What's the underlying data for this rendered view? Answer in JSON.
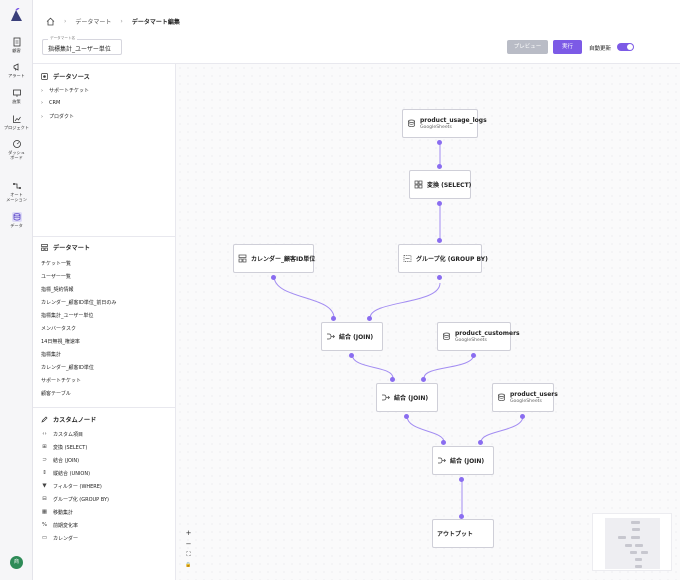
{
  "rail": {
    "items": [
      {
        "label": "顧客",
        "icon": "document-icon"
      },
      {
        "label": "アラート",
        "icon": "megaphone-icon"
      },
      {
        "label": "施策",
        "icon": "presentation-icon"
      },
      {
        "label": "プロジェクト",
        "icon": "chart-icon"
      },
      {
        "label": "ダッシュ\nボード",
        "icon": "gauge-icon"
      },
      {
        "label": "オート\nメーション",
        "icon": "automation-icon"
      },
      {
        "label": "データ",
        "icon": "database-icon",
        "active": true
      }
    ],
    "avatar": "商"
  },
  "header": {
    "breadcrumb": [
      "データマート",
      "データマート編集"
    ],
    "name_field_label": "データマート名",
    "name_field_value": "指標集計_ユーザー単位",
    "preview_label": "プレビュー",
    "run_label": "実行",
    "auto_update_label": "自動更新",
    "auto_update_on": true
  },
  "panel": {
    "datasource_title": "データソース",
    "datasources": [
      "サポートチケット",
      "CRM",
      "プロダクト"
    ],
    "datamart_title": "データマート",
    "datamarts": [
      "チケット一覧",
      "ユーザー一覧",
      "指標_契約情報",
      "カレンダー_顧客ID単位_前日のみ",
      "指標集計_ユーザー単位",
      "メンバータスク",
      "14日無視_権速率",
      "指標集計",
      "カレンダー_顧客ID単位",
      "サポートチケット",
      "顧客テーブル"
    ],
    "custom_title": "カスタムノード",
    "custom_nodes": [
      {
        "label": "カスタム項目",
        "icon": "code-icon"
      },
      {
        "label": "変換 (SELECT)",
        "icon": "grid-icon"
      },
      {
        "label": "結合 (JOIN)",
        "icon": "join-icon"
      },
      {
        "label": "縦結合 (UNION)",
        "icon": "union-icon"
      },
      {
        "label": "フィルター (WHERE)",
        "icon": "filter-icon"
      },
      {
        "label": "グループ化 (GROUP BY)",
        "icon": "group-icon"
      },
      {
        "label": "移動集計",
        "icon": "moving-sum-icon"
      },
      {
        "label": "前期変化率",
        "icon": "percent-icon"
      },
      {
        "label": "カレンダー",
        "icon": "calendar-icon"
      }
    ]
  },
  "canvas": {
    "nodes": {
      "usage_logs": {
        "title": "product_usage_logs",
        "sub": "GoogleSheets",
        "icon": "database-icon"
      },
      "select": {
        "title": "変換 (SELECT)",
        "icon": "grid-icon"
      },
      "group": {
        "title": "グループ化 (GROUP BY)",
        "icon": "group-icon"
      },
      "calendar": {
        "title": "カレンダー_顧客ID単位",
        "icon": "datamart-icon"
      },
      "join1": {
        "title": "結合 (JOIN)",
        "icon": "join-icon"
      },
      "customers": {
        "title": "product_customers",
        "sub": "GoogleSheets",
        "icon": "database-icon"
      },
      "join2": {
        "title": "結合 (JOIN)",
        "icon": "join-icon"
      },
      "users": {
        "title": "product_users",
        "sub": "GoogleSheets",
        "icon": "database-icon"
      },
      "join3": {
        "title": "結合 (JOIN)",
        "icon": "join-icon"
      },
      "output": {
        "title": "アウトプット"
      }
    },
    "zoom_controls": [
      "+",
      "−",
      "⛶",
      "🔒"
    ]
  },
  "colors": {
    "accent": "#7c5ae6",
    "port": "#8a6df0",
    "edge": "#a28cf2"
  }
}
